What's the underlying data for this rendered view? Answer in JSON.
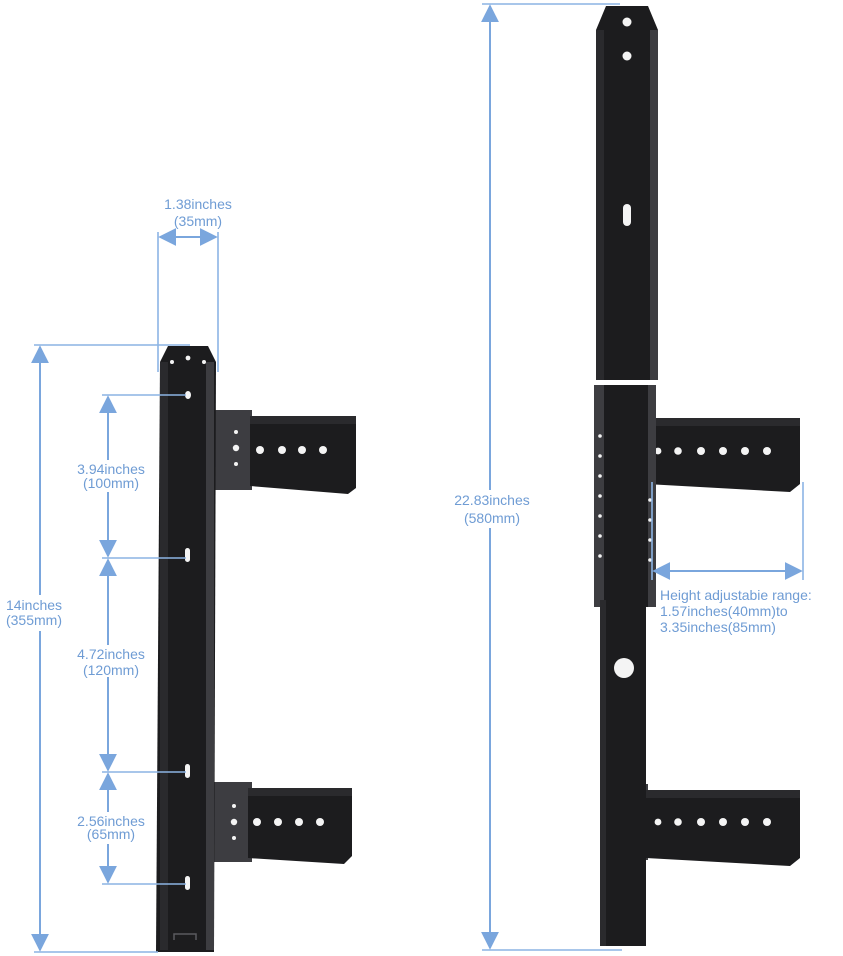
{
  "diagram": {
    "short_bracket": {
      "width_label": [
        "1.38inches",
        "(35mm)"
      ],
      "height_label": [
        "14inches",
        "(355mm)"
      ],
      "spacing_1_label": [
        "3.94inches",
        "(100mm)"
      ],
      "spacing_2_label": [
        "4.72inches",
        "(120mm)"
      ],
      "spacing_3_label": [
        "2.56inches",
        "(65mm)"
      ]
    },
    "long_bracket": {
      "height_label": [
        "22.83inches",
        "(580mm)"
      ],
      "range_label": [
        "Height adjustabie range:",
        "1.57inches(40mm)to",
        "3.35inches(85mm)"
      ]
    },
    "colors": {
      "dimension": "#7aa6dd",
      "steel": "#1c1c1e",
      "background": "#ffffff"
    }
  }
}
